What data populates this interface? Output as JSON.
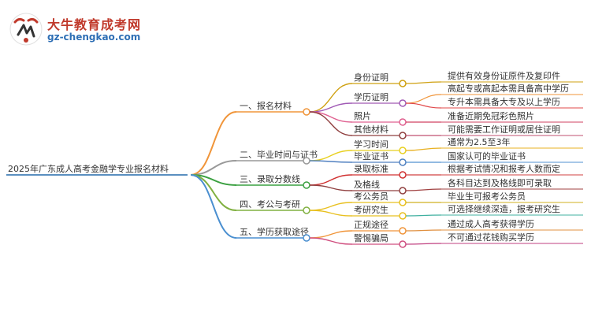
{
  "logo": {
    "title": "大牛教育成考网",
    "url": "gz-chengkao.com"
  },
  "root": {
    "label": "2025年广东成人高考金融学专业报名材料",
    "color": "#5a8fc0"
  },
  "branches": [
    {
      "label": "一、报名材料",
      "color": "#f0953a",
      "children": [
        {
          "label": "身份证明",
          "color": "#cfa010",
          "leaves": [
            {
              "label": "提供有效身份证原件及复印件",
              "color": "#cfa010"
            }
          ]
        },
        {
          "label": "学历证明",
          "color": "#a05ab5",
          "leaves": [
            {
              "label": "高起专或高起本需具备高中学历",
              "color": "#f0953a"
            },
            {
              "label": "专升本需具备大专及以上学历",
              "color": "#e0484a"
            }
          ]
        },
        {
          "label": "照片",
          "color": "#e06090",
          "leaves": [
            {
              "label": "准备近期免冠彩色照片",
              "color": "#d04060"
            }
          ]
        },
        {
          "label": "其他材料",
          "color": "#904040",
          "leaves": [
            {
              "label": "可能需要工作证明或居住证明",
              "color": "#c05070"
            }
          ]
        }
      ]
    },
    {
      "label": "二、毕业时间与证书",
      "color": "#999999",
      "children": [
        {
          "label": "学习时间",
          "color": "#e8d020",
          "leaves": [
            {
              "label": "通常为2.5至3年",
              "color": "#e8b020"
            }
          ]
        },
        {
          "label": "毕业证书",
          "color": "#5080c0",
          "leaves": [
            {
              "label": "国家认可的毕业证书",
              "color": "#5090d0"
            }
          ]
        }
      ]
    },
    {
      "label": "三、录取分数线",
      "color": "#3aa040",
      "children": [
        {
          "label": "录取标准",
          "color": "#d03030",
          "leaves": [
            {
              "label": "根据考试情况和报考人数而定",
              "color": "#d04040"
            }
          ]
        },
        {
          "label": "及格线",
          "color": "#904040",
          "leaves": [
            {
              "label": "各科目达到及格线即可录取",
              "color": "#a04040"
            }
          ]
        }
      ]
    },
    {
      "label": "四、考公与考研",
      "color": "#80b040",
      "children": [
        {
          "label": "考公务员",
          "color": "#e8c020",
          "leaves": [
            {
              "label": "毕业生可报考公务员",
              "color": "#d0b020"
            }
          ]
        },
        {
          "label": "考研究生",
          "color": "#e8c020",
          "leaves": [
            {
              "label": "可选择继续深造，报考研究生",
              "color": "#40b0a0"
            }
          ]
        }
      ]
    },
    {
      "label": "五、学历获取途径",
      "color": "#4a8fd0",
      "children": [
        {
          "label": "正规途径",
          "color": "#f0953a",
          "leaves": [
            {
              "label": "通过成人高考获得学历",
              "color": "#e09040"
            }
          ]
        },
        {
          "label": "警惕骗局",
          "color": "#d05080",
          "leaves": [
            {
              "label": "不可通过花钱购买学历",
              "color": "#c04080"
            }
          ]
        }
      ]
    }
  ]
}
